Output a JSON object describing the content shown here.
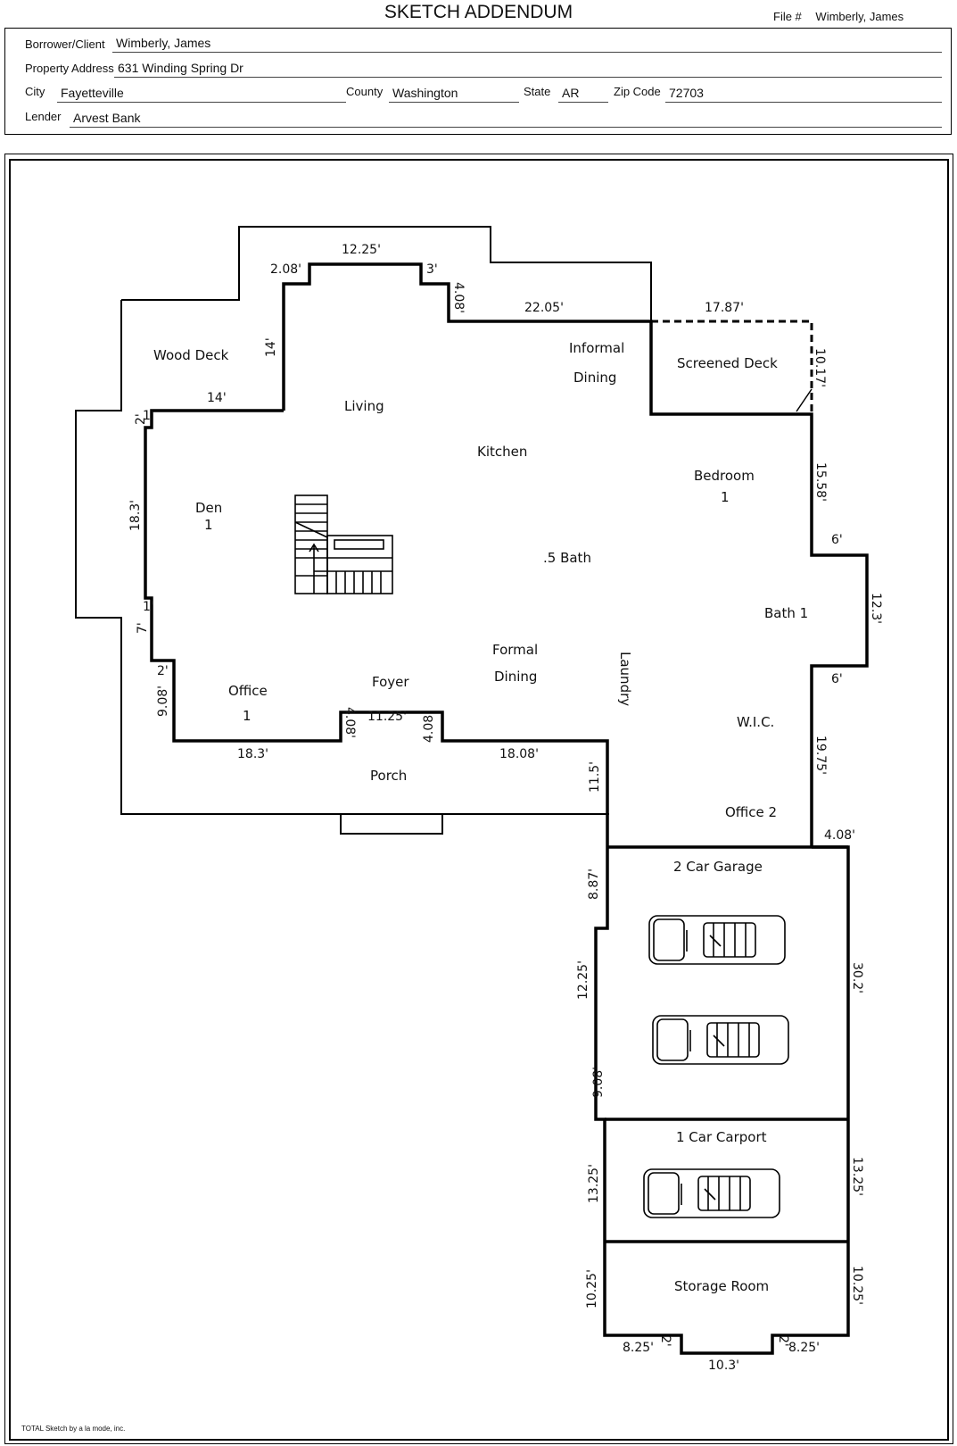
{
  "header": {
    "title": "SKETCH ADDENDUM",
    "file_label": "File #",
    "file_value": "Wimberly, James"
  },
  "form": {
    "borrower_label": "Borrower/Client",
    "borrower_value": "Wimberly, James",
    "address_label": "Property Address",
    "address_value": "631 Winding Spring Dr",
    "city_label": "City",
    "city_value": "Fayetteville",
    "county_label": "County",
    "county_value": "Washington",
    "state_label": "State",
    "state_value": "AR",
    "zip_label": "Zip Code",
    "zip_value": "72703",
    "lender_label": "Lender",
    "lender_value": "Arvest Bank"
  },
  "rooms": {
    "wood_deck": "Wood Deck",
    "living": "Living",
    "informal": "Informal",
    "dining": "Dining",
    "screened_deck": "Screened Deck",
    "kitchen": "Kitchen",
    "den": "Den",
    "den_num": "1",
    "bedroom": "Bedroom",
    "bedroom_num": "1",
    "half_bath": ".5 Bath",
    "bath": "Bath 1",
    "formal": "Formal",
    "formal_dining": "Dining",
    "laundry": "Laundry",
    "office": "Office",
    "office_num": "1",
    "foyer": "Foyer",
    "wic": "W.I.C.",
    "porch": "Porch",
    "office2": "Office  2",
    "garage": "2 Car Garage",
    "carport": "1 Car Carport",
    "storage": "Storage Room"
  },
  "dims": {
    "d1225": "12.25'",
    "d208": "2.08'",
    "d3": "3'",
    "d408a": "4.08'",
    "d2205": "22.05'",
    "d1787": "17.87'",
    "d14v": "14'",
    "d14h": "14'",
    "d1017": "10.17'",
    "d2a": "2'",
    "d1a": "1'",
    "d183v": "18.3'",
    "d1558": "15.58'",
    "d6a": "6'",
    "d123": "12.3'",
    "d1b": "1'",
    "d7": "7'",
    "d2b": "2'",
    "d6b": "6'",
    "d908a": "9.08'",
    "d408b": "4.08'",
    "d1125": "11.25'",
    "d408c": "4.08'",
    "d183h": "18.3'",
    "d1808": "18.08'",
    "d1975": "19.75'",
    "d115": "11.5'",
    "d408d": "4.08'",
    "d887": "8.87'",
    "d302": "30.2'",
    "d1225b": "12.25'",
    "d908b": "9.08'",
    "d1325a": "13.25'",
    "d1325b": "13.25'",
    "d1025a": "10.25'",
    "d1025b": "10.25'",
    "d825a": "8.25'",
    "d2c": "2'",
    "d2d": "2'",
    "d825b": "8.25'",
    "d103": "10.3'"
  },
  "footer": {
    "credit": "TOTAL Sketch by a la mode, inc."
  }
}
